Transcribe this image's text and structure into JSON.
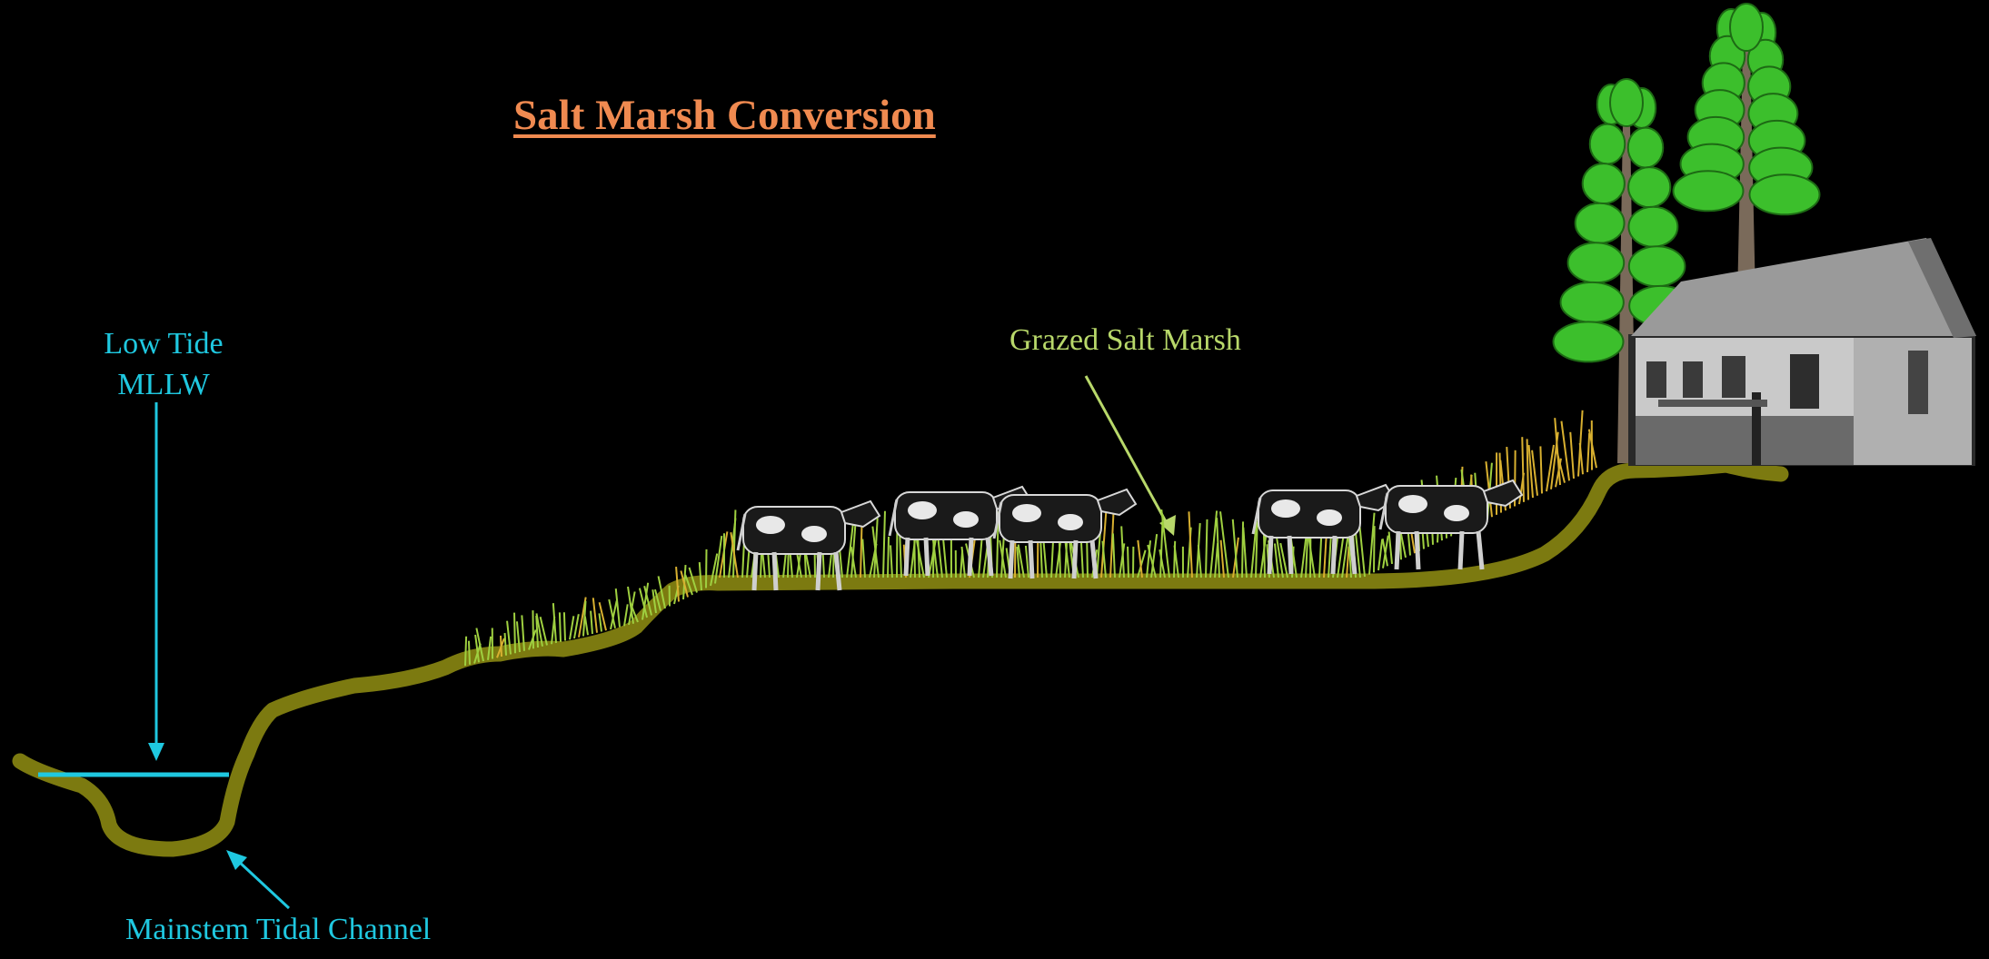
{
  "title": "Salt Marsh Conversion",
  "labels": {
    "low_tide_line1": "Low Tide",
    "low_tide_line2": "MLLW",
    "grazed_salt_marsh": "Grazed Salt Marsh",
    "mainstem_tidal_channel": "Mainstem Tidal Channel"
  },
  "colors": {
    "background": "#000000",
    "title": "#f08a50",
    "water_label": "#1fc8e0",
    "marsh_label": "#b8d86a",
    "ground": "#7c7a10",
    "grass": "#9fd040",
    "grass_dry": "#d8b030",
    "tree_leaf": "#3cbf2c",
    "house": "#bdbdbd"
  },
  "icons": [
    "cow-icon",
    "tree-icon",
    "farmhouse-icon",
    "grass-icon"
  ]
}
